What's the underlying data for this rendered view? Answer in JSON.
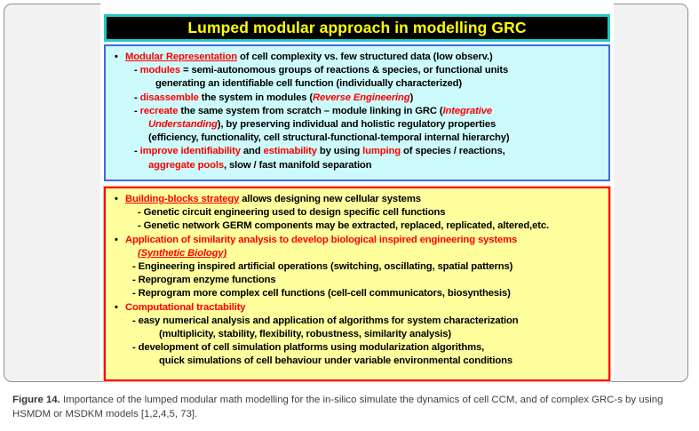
{
  "figure": {
    "title": "Lumped modular approach in modelling GRC",
    "colors": {
      "title_bg": "#000000",
      "title_text": "#ffff00",
      "title_border": "#22c8c8",
      "blue_box_bg": "#cdfbfb",
      "blue_box_border": "#4169e1",
      "yellow_box_bg": "#ffff9e",
      "yellow_box_border": "#ff0000",
      "accent_red": "#ff0000",
      "frame_bg": "#f2f2f2"
    }
  },
  "blue_box": {
    "lines": [
      {
        "id": "b1",
        "level": "bullet",
        "bullet": "•",
        "segments": [
          {
            "text": "Modular Representation",
            "style": "red-underline"
          },
          {
            "text": " of cell complexity vs.  few structured data (low observ.)",
            "style": "plain"
          }
        ]
      },
      {
        "id": "b2",
        "level": "dash",
        "segments": [
          {
            "text": "- ",
            "style": "plain"
          },
          {
            "text": "modules",
            "style": "red"
          },
          {
            "text": " = semi-autonomous groups of reactions & species,  or functional units",
            "style": "plain"
          }
        ]
      },
      {
        "id": "b3",
        "level": "cont",
        "segments": [
          {
            "text": "generating an identifiable cell function (individually characterized)",
            "style": "plain"
          }
        ]
      },
      {
        "id": "b4",
        "level": "dash",
        "segments": [
          {
            "text": "- ",
            "style": "plain"
          },
          {
            "text": "disassemble",
            "style": "red"
          },
          {
            "text": " the system in modules (",
            "style": "plain"
          },
          {
            "text": "Reverse Engineering",
            "style": "red-italic"
          },
          {
            "text": ")",
            "style": "plain"
          }
        ]
      },
      {
        "id": "b5",
        "level": "dash",
        "segments": [
          {
            "text": "- ",
            "style": "plain"
          },
          {
            "text": "recreate",
            "style": "red"
          },
          {
            "text": " the same system from scratch – module linking in GRC (",
            "style": "plain"
          },
          {
            "text": "Integrative",
            "style": "red-italic"
          }
        ]
      },
      {
        "id": "b6",
        "level": "cont3",
        "segments": [
          {
            "text": "Understanding",
            "style": "red-italic"
          },
          {
            "text": "), by preserving individual and holistic regulatory properties",
            "style": "plain"
          }
        ]
      },
      {
        "id": "b7",
        "level": "cont3",
        "segments": [
          {
            "text": "(efficiency, functionality, cell structural-functional-temporal internal hierarchy)",
            "style": "plain"
          }
        ]
      },
      {
        "id": "b8",
        "level": "dash",
        "segments": [
          {
            "text": "- ",
            "style": "plain"
          },
          {
            "text": "improve identifiability",
            "style": "red"
          },
          {
            "text": " and ",
            "style": "plain"
          },
          {
            "text": "estimability",
            "style": "red"
          },
          {
            "text": " by using ",
            "style": "plain"
          },
          {
            "text": "lumping",
            "style": "red"
          },
          {
            "text": " of species / reactions,",
            "style": "plain"
          }
        ]
      },
      {
        "id": "b9",
        "level": "cont3",
        "segments": [
          {
            "text": "aggregate pools",
            "style": "red"
          },
          {
            "text": ", slow / fast manifold separation",
            "style": "plain"
          }
        ]
      }
    ]
  },
  "yellow_box": {
    "lines": [
      {
        "id": "y1",
        "level": "bullet",
        "bullet": "•",
        "segments": [
          {
            "text": "Building-blocks strategy",
            "style": "red-underline"
          },
          {
            "text": " allows designing new cellular systems",
            "style": "plain"
          }
        ]
      },
      {
        "id": "y2",
        "level": "dash-y2",
        "segments": [
          {
            "text": "- Genetic circuit engineering used to design specific cell functions",
            "style": "plain"
          }
        ]
      },
      {
        "id": "y3",
        "level": "dash-y2",
        "segments": [
          {
            "text": "- Genetic network GERM components may be extracted, replaced, replicated, altered,etc.",
            "style": "plain"
          }
        ]
      },
      {
        "id": "y4",
        "level": "bullet",
        "bullet": "•",
        "segments": [
          {
            "text": "Application of similarity analysis to develop biological inspired engineering systems",
            "style": "red"
          }
        ]
      },
      {
        "id": "y5",
        "level": "dash-y2",
        "segments": [
          {
            "text": "(Synthetic Biology)",
            "style": "red-italic-underline-bold"
          }
        ]
      },
      {
        "id": "y6",
        "level": "dash-y",
        "segments": [
          {
            "text": "- Engineering inspired artificial operations (switching, oscillating, spatial patterns)",
            "style": "plain"
          }
        ]
      },
      {
        "id": "y7",
        "level": "dash-y",
        "segments": [
          {
            "text": "- Reprogram enzyme functions",
            "style": "plain"
          }
        ]
      },
      {
        "id": "y8",
        "level": "dash-y",
        "segments": [
          {
            "text": "- Reprogram more complex cell functions (cell-cell communicators, biosynthesis)",
            "style": "plain"
          }
        ]
      },
      {
        "id": "y9",
        "level": "bullet",
        "bullet": "•",
        "segments": [
          {
            "text": "Computational tractability",
            "style": "red"
          }
        ]
      },
      {
        "id": "y10",
        "level": "dash-y",
        "segments": [
          {
            "text": "- easy numerical analysis and application of algorithms for system  characterization",
            "style": "plain"
          }
        ]
      },
      {
        "id": "y11",
        "level": "conty",
        "segments": [
          {
            "text": "(multiplicity, stability, flexibility, robustness, similarity analysis)",
            "style": "plain"
          }
        ]
      },
      {
        "id": "y12",
        "level": "dash-y",
        "segments": [
          {
            "text": "- development of cell simulation platforms using modularization algorithms,",
            "style": "plain"
          }
        ]
      },
      {
        "id": "y13",
        "level": "conty",
        "segments": [
          {
            "text": "quick simulations of cell behaviour under variable environmental conditions",
            "style": "plain"
          }
        ]
      }
    ]
  },
  "caption": {
    "label": "Figure 14.",
    "text": " Importance of the lumped modular math modelling for the in-silico simulate the dynamics of cell CCM, and of complex GRC-s by using HSMDM or MSDKM models [1,2,4,5, 73]."
  }
}
